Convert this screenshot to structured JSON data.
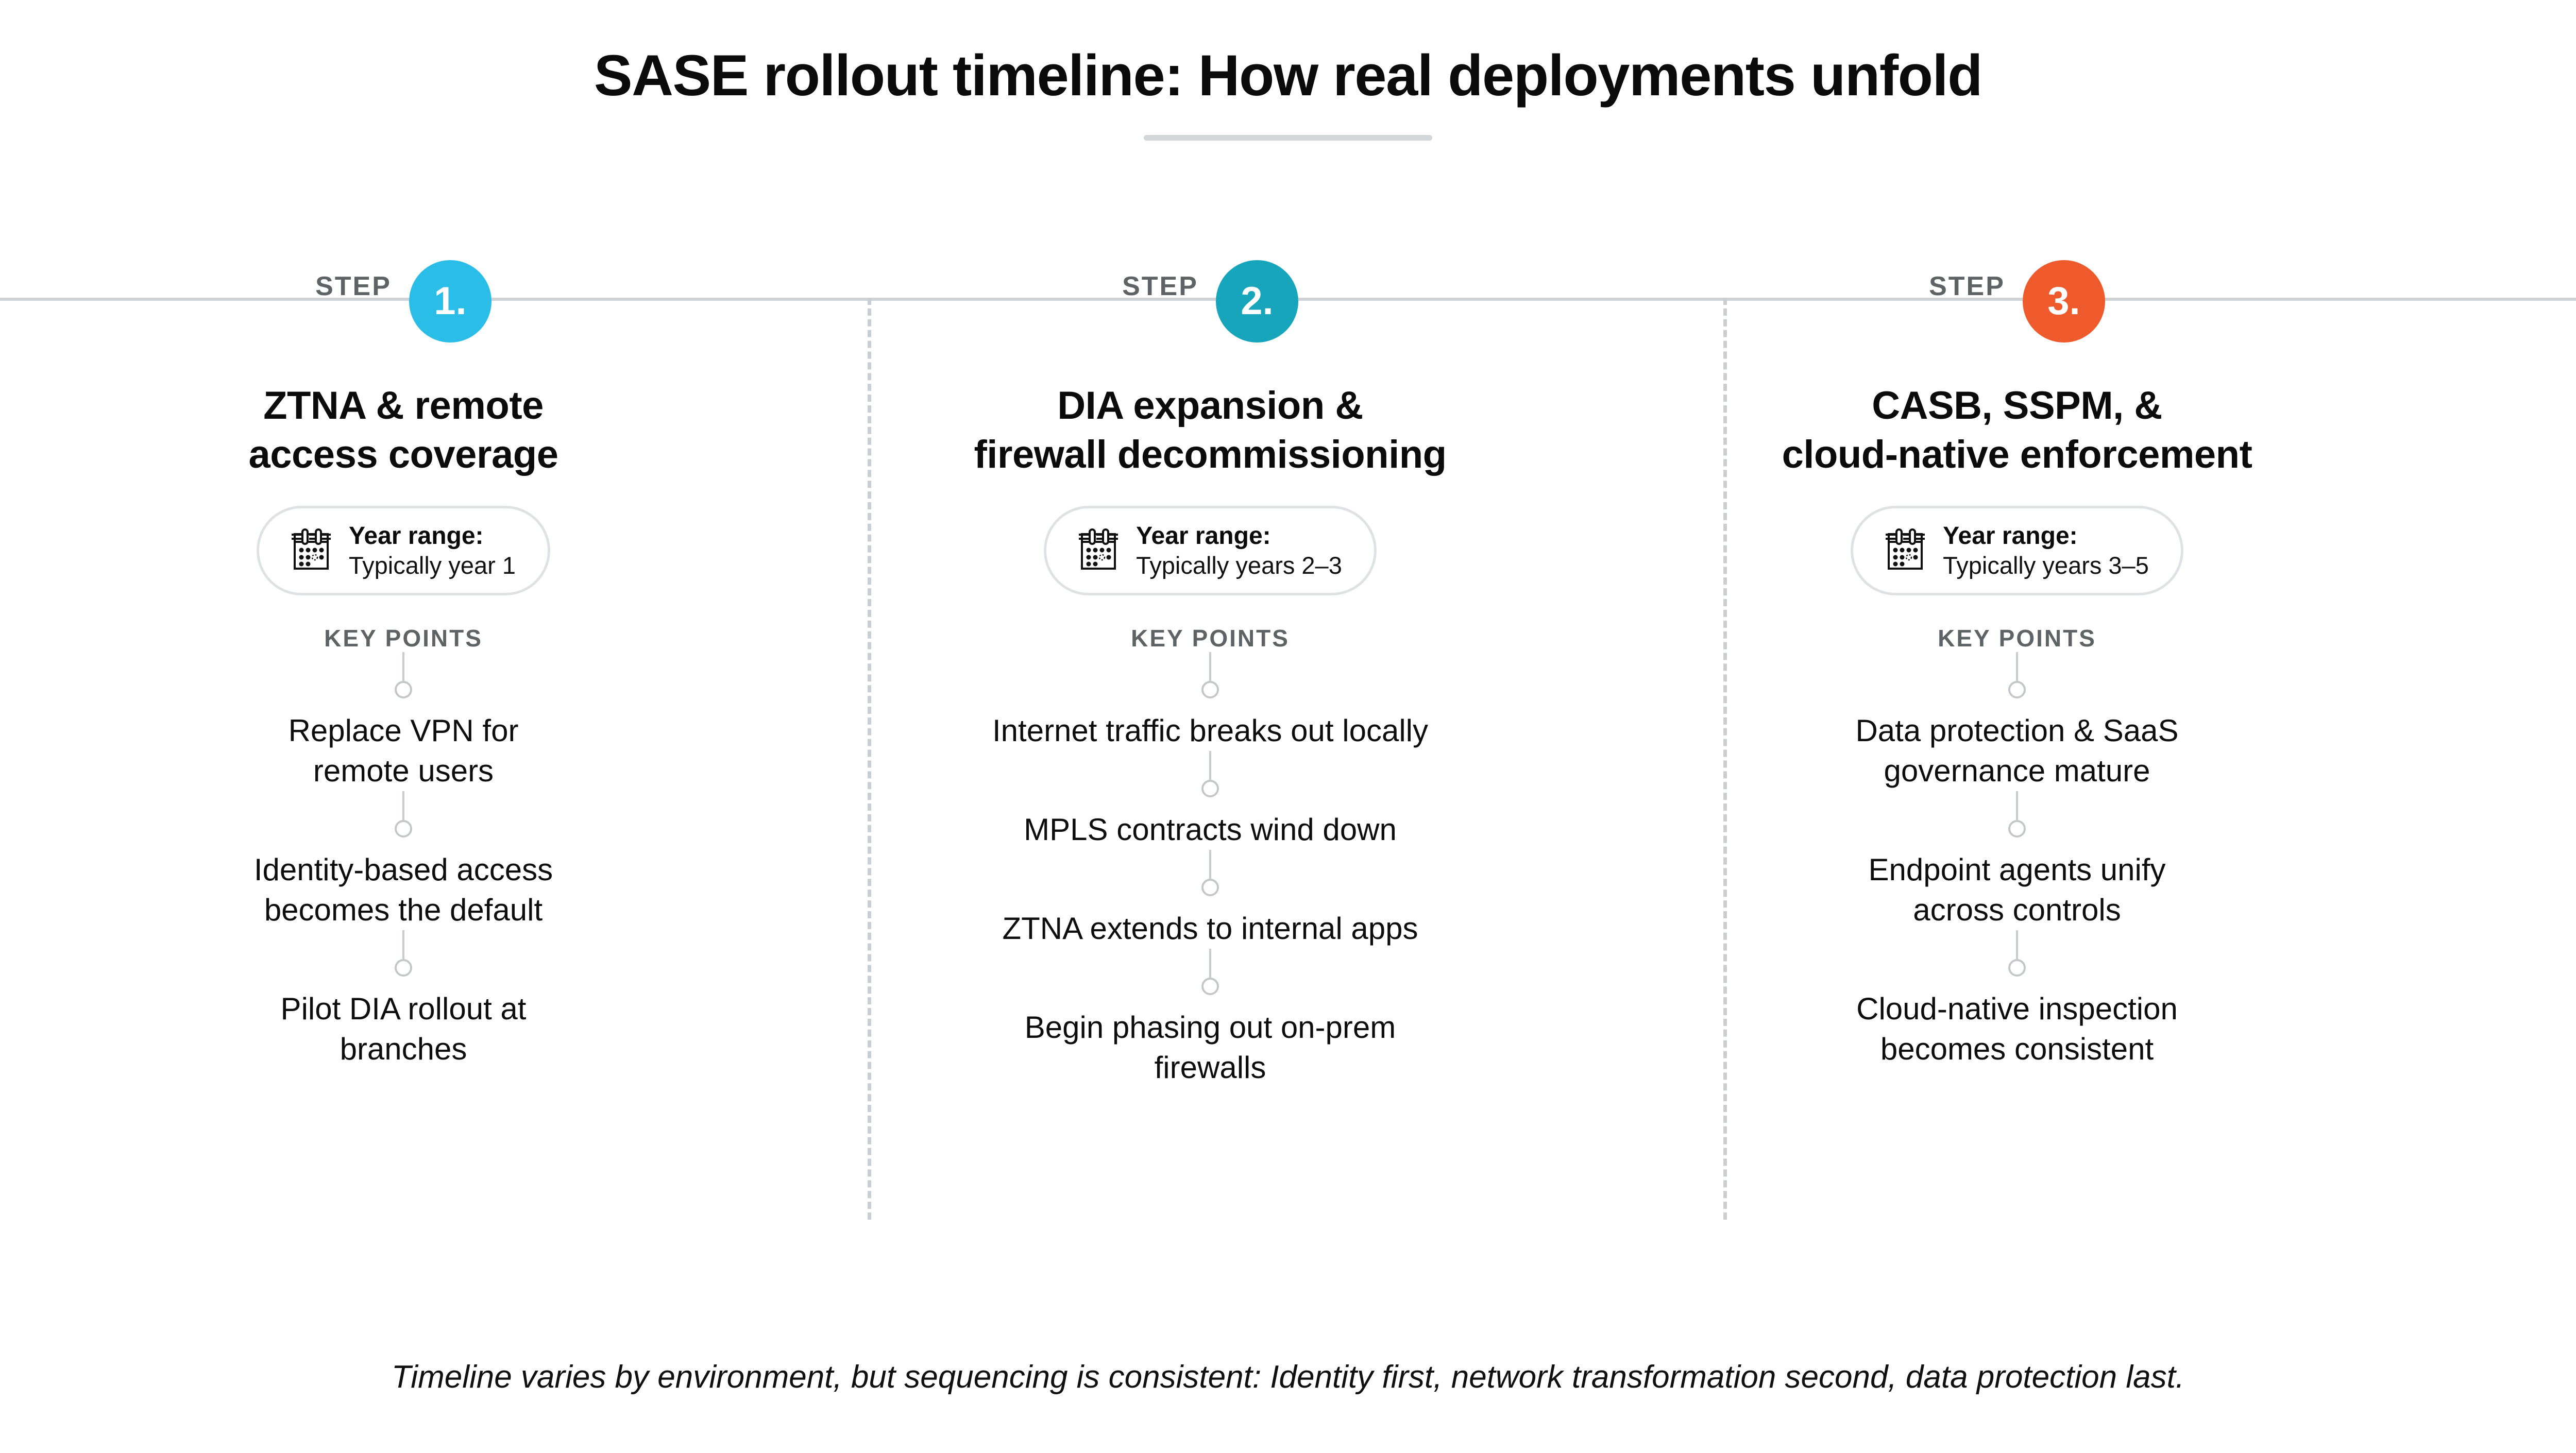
{
  "header": {
    "title": "SASE rollout timeline: How real deployments unfold"
  },
  "colors": {
    "step1_accent": "#29BDE8",
    "step2_accent": "#17A5BC",
    "step3_accent": "#EF5A2D",
    "rule": "#d0d3d5",
    "muted_label": "#5e6365",
    "connector": "#c4c7c9"
  },
  "labels": {
    "step_label": "STEP",
    "key_points_heading": "KEY POINTS",
    "year_range_label": "Year range:",
    "calendar_icon": "calendar-icon"
  },
  "steps": [
    {
      "number": "1.",
      "step_label": "STEP",
      "title": "ZTNA & remote\naccess coverage",
      "year_label": "Year range:",
      "year_value": "Typically year 1",
      "key_points_heading": "KEY POINTS",
      "key_points": [
        "Replace VPN for\nremote users",
        "Identity-based access\nbecomes the default",
        "Pilot DIA rollout at\nbranches"
      ]
    },
    {
      "number": "2.",
      "step_label": "STEP",
      "title": "DIA expansion &\nfirewall decommissioning",
      "year_label": "Year range:",
      "year_value": "Typically years 2–3",
      "key_points_heading": "KEY POINTS",
      "key_points": [
        "Internet traffic breaks out locally",
        "MPLS contracts wind down",
        "ZTNA extends to internal apps",
        "Begin phasing out on-prem\nfirewalls"
      ]
    },
    {
      "number": "3.",
      "step_label": "STEP",
      "title": "CASB, SSPM, &\ncloud-native enforcement",
      "year_label": "Year range:",
      "year_value": "Typically years 3–5",
      "key_points_heading": "KEY POINTS",
      "key_points": [
        "Data protection & SaaS\ngovernance mature",
        "Endpoint agents unify\nacross controls",
        "Cloud-native inspection\nbecomes consistent"
      ]
    }
  ],
  "footer": {
    "note": "Timeline varies by environment, but sequencing is consistent: Identity first, network transformation second, data protection last."
  }
}
